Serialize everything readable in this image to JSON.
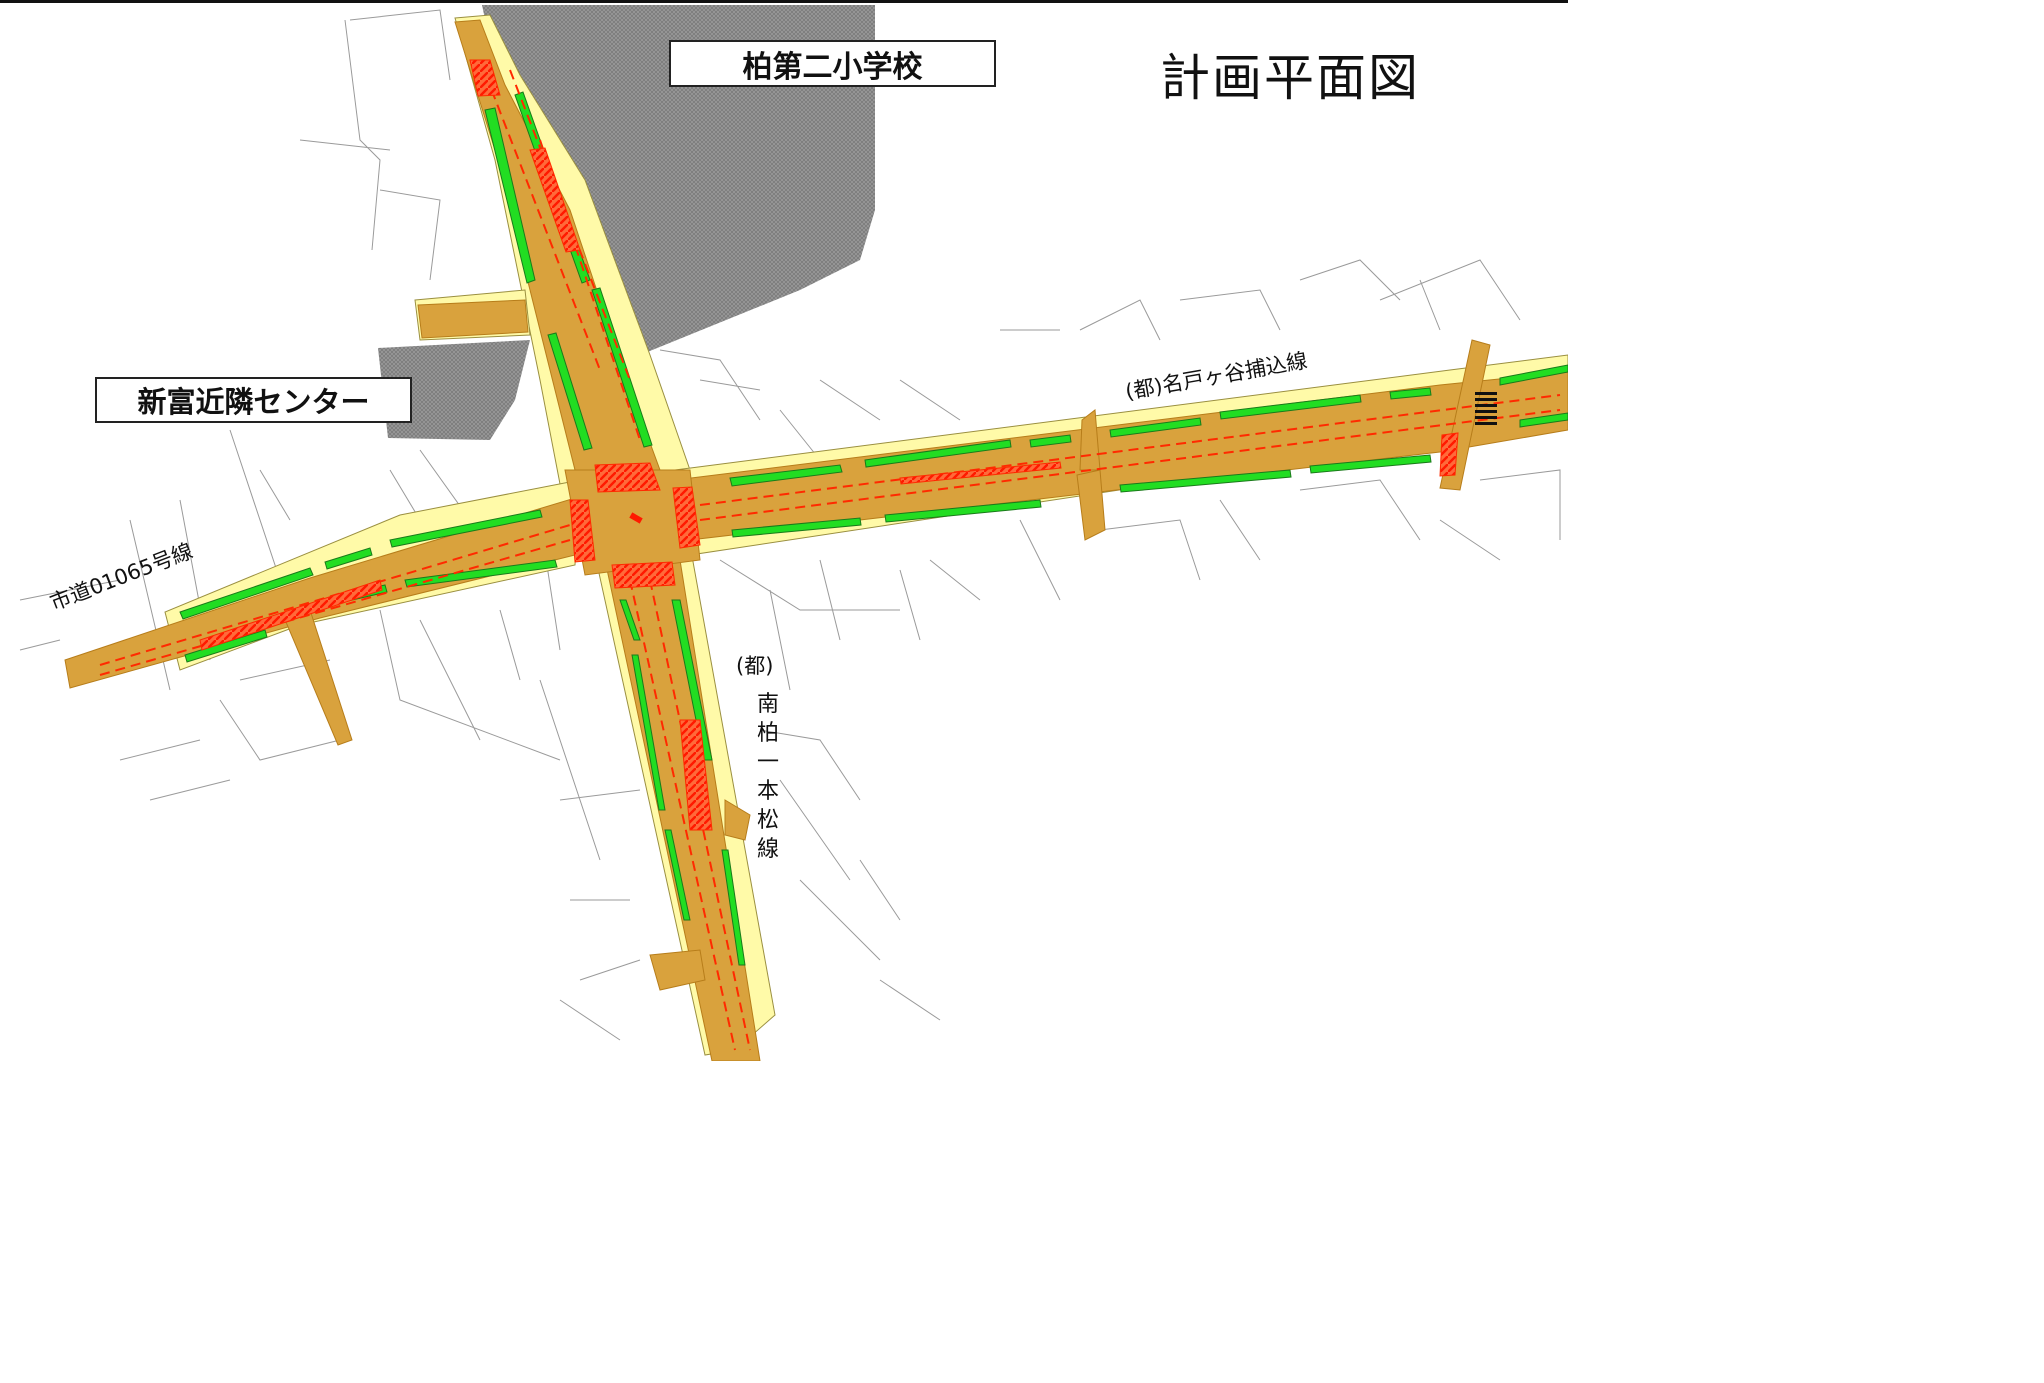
{
  "title": "計画平面図",
  "labels": {
    "school": "柏第二小学校",
    "community_center": "新富近隣センター"
  },
  "road_names": {
    "city_road": "市道01065号線",
    "nato_road": "(都)名戸ヶ谷捕込線",
    "south_road_prefix": "(都)",
    "south_road_chars": [
      "南",
      "柏",
      "一",
      "本",
      "松",
      "線"
    ]
  },
  "colors": {
    "roadway": "#D9A23D",
    "sidewalk": "#FFFAA8",
    "planting": "#22DD22",
    "markings": "#FF2A00",
    "buildings": "#8A8A8A"
  },
  "legend_items": []
}
